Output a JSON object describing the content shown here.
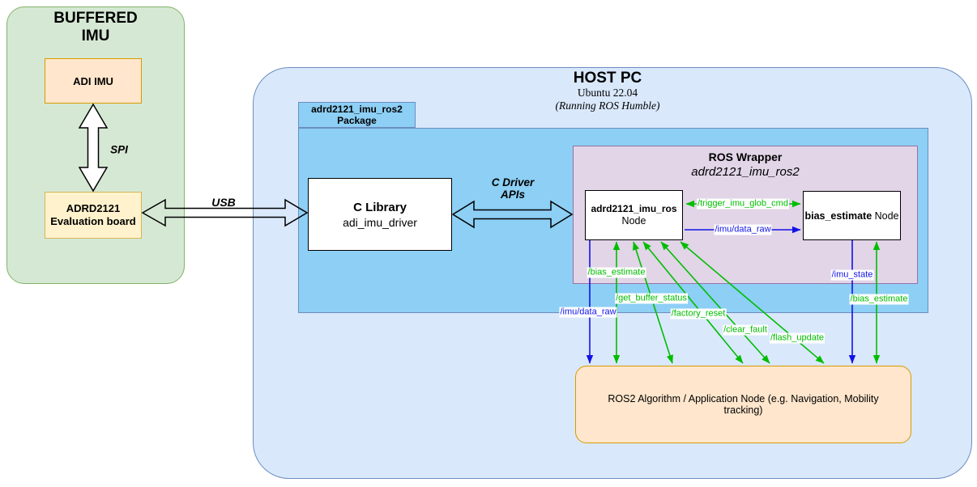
{
  "colors": {
    "green": "#00bd00",
    "blue": "#1212e8"
  },
  "buffered_imu": {
    "title_line1": "BUFFERED",
    "title_line2": "IMU",
    "adi_imu_label": "ADI IMU",
    "spi_label": "SPI",
    "eval_board_line1": "ADRD2121",
    "eval_board_line2": "Evaluation board"
  },
  "usb_label": "USB",
  "host_pc": {
    "title": "HOST PC",
    "os": "Ubuntu 22.04",
    "ros_note": "(Running ROS Humble)"
  },
  "package": {
    "tab_line1": "adrd2121_imu_ros2",
    "tab_line2": "Package"
  },
  "c_library": {
    "title": "C Library",
    "name": "adi_imu_driver"
  },
  "c_driver_apis": {
    "label_line1": "C Driver",
    "label_line2": "APIs"
  },
  "ros_wrapper": {
    "title": "ROS Wrapper",
    "subtitle": "adrd2121_imu_ros2",
    "node1_name": "adrd2121_imu_ros",
    "node1_suffix": "Node",
    "node2_name": "bias_estimate",
    "node2_suffix": " Node"
  },
  "topics": {
    "trigger_imu_glob_cmd": "/trigger_imu_glob_cmd",
    "imu_data_raw_between_nodes": "/imu/data_raw",
    "bias_estimate_left": "/bias_estimate",
    "imu_data_raw_to_app": "/imu/data_raw",
    "get_buffer_status": "/get_buffer_status",
    "factory_reset": "/factory_reset",
    "clear_fault": "/clear_fault",
    "flash_update": "/flash_update",
    "imu_state": "/imu_state",
    "bias_estimate_right": "/bias_estimate"
  },
  "app_node_label": "ROS2 Algorithm / Application Node (e.g. Navigation, Mobility tracking)"
}
